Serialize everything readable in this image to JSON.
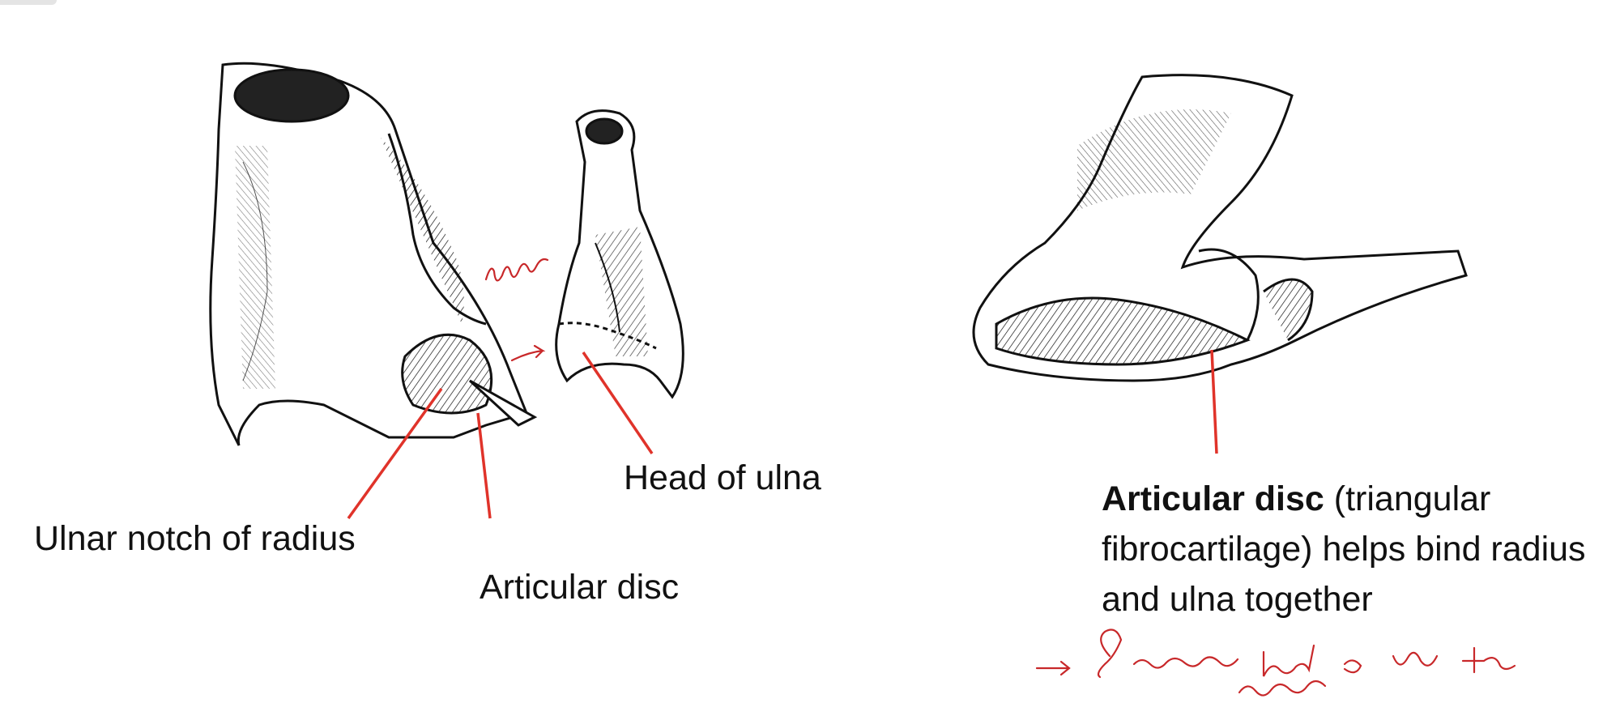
{
  "labels": {
    "ulnar_notch": "Ulnar notch of radius",
    "articular_disc": "Articular disc",
    "head_of_ulna": "Head of ulna"
  },
  "description": {
    "bold": "Articular disc",
    "rest": " (triangular fibrocartilage) helps bind radius and ulna together"
  },
  "colors": {
    "leader_line": "#e0332a",
    "ink": "#111111",
    "handwriting": "#c8282a"
  }
}
